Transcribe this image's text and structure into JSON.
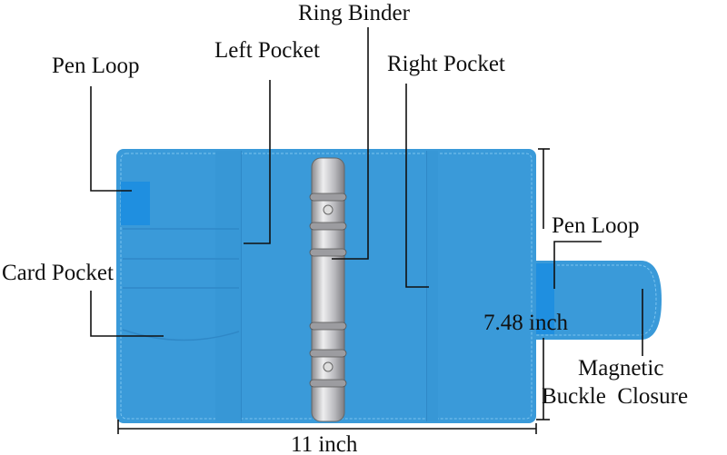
{
  "labels": {
    "ring_binder": "Ring Binder",
    "left_pocket": "Left Pocket",
    "pen_loop_left": "Pen Loop",
    "right_pocket": "Right Pocket",
    "pen_loop_right": "Pen Loop",
    "card_pocket": "Card Pocket",
    "height": "7.48 inch",
    "magnetic": "Magnetic",
    "buckle_closure": "Buckle  Closure",
    "width": "11 inch"
  },
  "colors": {
    "leather": "#3a9ad9",
    "leather_dark": "#2f88c7",
    "ring_metal": "#c9c9cc"
  }
}
